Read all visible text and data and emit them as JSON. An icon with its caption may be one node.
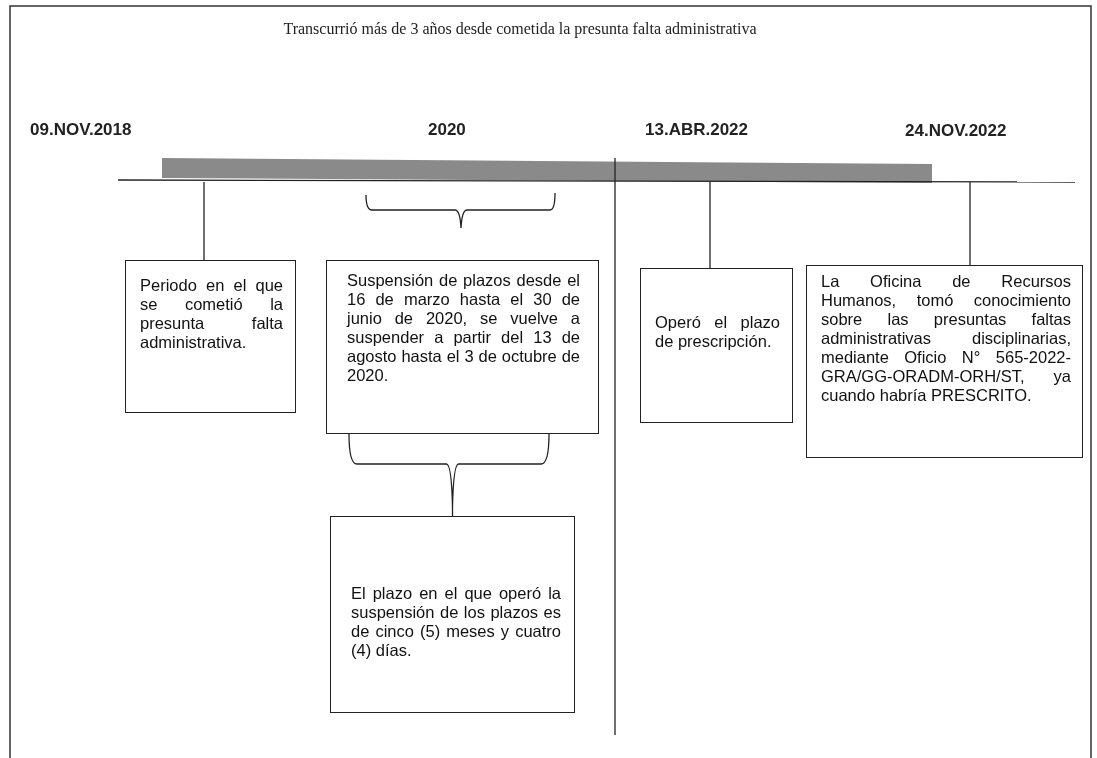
{
  "diagram": {
    "title": "Transcurrió más de 3 años desde cometida la presunta falta administrativa",
    "nodes": [
      {
        "text": [
          "Periodo en el que se cometió la presunta falta administrativa."
        ]
      },
      {
        "text": [
          "Suspensión de plazos desde el 16 de marzo hasta el 30 de junio de 2020, se vuelve a suspender a partir del 13 de agosto hasta el 3 de octubre de 2020."
        ]
      },
      {
        "text": [
          "Operó el plazo de prescripción."
        ]
      },
      {
        "text": [
          "La Oficina de Recursos Humanos, tomó conocimiento sobre las presuntas faltas administrativas disciplinarias, mediante Oficio N° 565-2022-GRA/GG-ORADM-ORH/ST, ya cuando habría PRESCRITO."
        ]
      },
      {
        "text": [
          "El plazo en el que operó la suspensión de los plazos es de cinco (5) meses y cuatro (4) días."
        ]
      }
    ],
    "edges": [
      {
        "from": null,
        "to": 0,
        "arrow": "none"
      },
      {
        "from": null,
        "to": 2,
        "arrow": "none"
      },
      {
        "from": null,
        "to": 3,
        "arrow": "none"
      },
      {
        "from": 1,
        "to": 4,
        "arrow": "none"
      }
    ],
    "labels": [
      "09.NOV.2018",
      "2020",
      "13.ABR.2022",
      "24.NOV.2022"
    ]
  }
}
